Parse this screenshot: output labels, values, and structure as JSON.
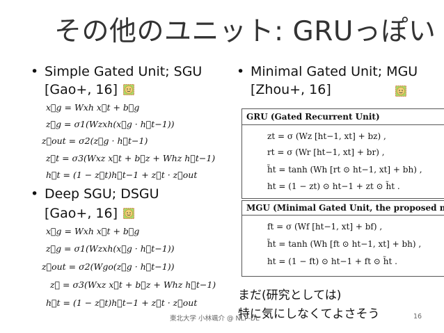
{
  "title": "その他のユニット: GRUっぽい",
  "left": {
    "sgu": {
      "label": "Simple Gated Unit; SGU",
      "cite": "[Gao+, 16]",
      "equations": [
        "x⃗g = Wxh x⃗t + b⃗g",
        "z⃗g = σ1(Wzxh(x⃗g · h⃗t−1))",
        "z⃗out = σ2(z⃗g · h⃗t−1)",
        "z⃗t = σ3(Wxz x⃗t + b⃗z + Whz h⃗t−1)",
        "h⃗t = (1 − z⃗t)h⃗t−1 + z⃗t · z⃗out"
      ]
    },
    "dsgu": {
      "label": "Deep SGU; DSGU",
      "cite": "[Gao+, 16]",
      "equations": [
        "x⃗g = Wxh x⃗t + b⃗g",
        "z⃗g = σ1(Wzxh(x⃗g · h⃗t−1))",
        "z⃗out = σ2(Wgo(z⃗g · h⃗t−1))",
        "z⃗ = σ3(Wxz x⃗t + b⃗z + Whz h⃗t−1)",
        "h⃗t = (1 − z⃗t)h⃗t−1 + z⃗t · z⃗out"
      ]
    }
  },
  "right": {
    "mgu": {
      "label": "Minimal Gated Unit; MGU",
      "cite": "[Zhou+, 16]"
    },
    "gru_box": {
      "title": "GRU (Gated Recurrent Unit)",
      "equations": [
        "zt = σ (Wz [ht−1, xt] + bz) ,",
        "rt = σ (Wr [ht−1, xt] + br) ,",
        "h̃t = tanh (Wh [rt ⊙ ht−1, xt] + bh) ,",
        "ht = (1 − zt) ⊙ ht−1 + zt ⊙ h̃t ."
      ]
    },
    "mgu_box": {
      "title": "MGU (Minimal Gated Unit, the proposed me",
      "equations": [
        "ft = σ (Wf [ht−1, xt] + bf) ,",
        "h̃t = tanh (Wh [ft ⊙ ht−1, xt] + bh) ,",
        "ht = (1 − ft) ⊙ ht−1 + ft ⊙ h̃t ."
      ]
    }
  },
  "note": {
    "line1": "まだ(研究としては)",
    "line2": "特に気にしなくてよさそう"
  },
  "footer": {
    "author": "東北大学 小林颯介 @ NLP-DL",
    "page": "16"
  },
  "bullet_char": "•",
  "colors": {
    "smiley_face": "#a8d86a",
    "smiley_border": "#e07a4a"
  },
  "icons": {
    "smiley": "smiley-face-icon"
  }
}
